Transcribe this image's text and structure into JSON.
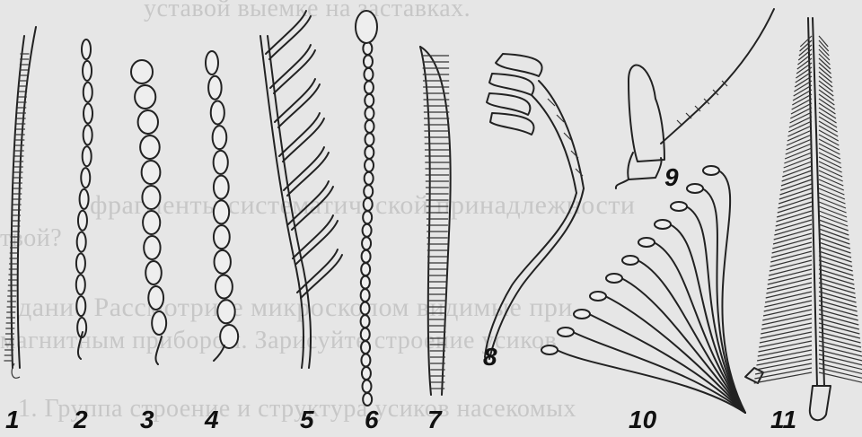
{
  "figure_labels": [
    "1",
    "2",
    "3",
    "4",
    "5",
    "6",
    "7",
    "8",
    "9",
    "10",
    "11"
  ],
  "background_text": {
    "line1": "уставой выемке на заставках.",
    "line2": "фрагменты    систематической    принадлежности",
    "line3": "твой?",
    "line4": "дание Рассмотрите    микроскопом    видимые    при",
    "line5": "магнитным прибором. Зарисуйте строение усиков",
    "line6": "1. Группа строение и структура усиков насекомых"
  }
}
